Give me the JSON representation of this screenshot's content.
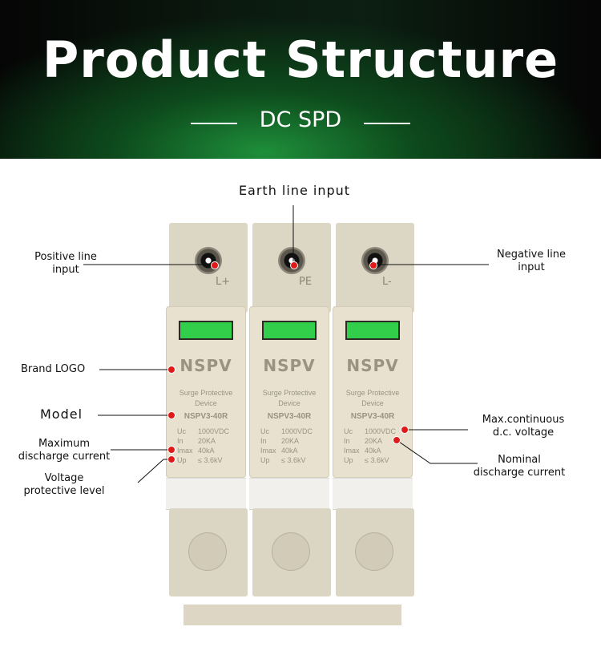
{
  "header": {
    "title": "Product Structure",
    "subtitle": "DC SPD"
  },
  "labels": {
    "earth": "Earth line input",
    "positive_1": "Positive line",
    "positive_2": "input",
    "negative_1": "Negative line",
    "negative_2": "input",
    "brand_logo": "Brand LOGO",
    "model": "Model",
    "max_discharge_1": "Maximum",
    "max_discharge_2": "discharge current",
    "voltage_prot_1": "Voltage",
    "voltage_prot_2": "protective level",
    "max_cont_1": "Max.continuous",
    "max_cont_2": "d.c. voltage",
    "nominal_1": "Nominal",
    "nominal_2": "discharge current"
  },
  "device": {
    "terminals": [
      "L+",
      "PE",
      "L-"
    ],
    "brand": "NSPV",
    "desc_1": "Surge Protective",
    "desc_2": "Device",
    "model": "NSPV3-40R",
    "specs": [
      {
        "k": "Uc",
        "v": "1000VDC"
      },
      {
        "k": "In",
        "v": "20KA"
      },
      {
        "k": "Imax",
        "v": "40kA"
      },
      {
        "k": "Up",
        "v": "≤ 3.6kV"
      }
    ],
    "window_color": "#32d04a"
  },
  "colors": {
    "accent_green": "#1e8f3a",
    "marker_red": "#e01a1a"
  }
}
